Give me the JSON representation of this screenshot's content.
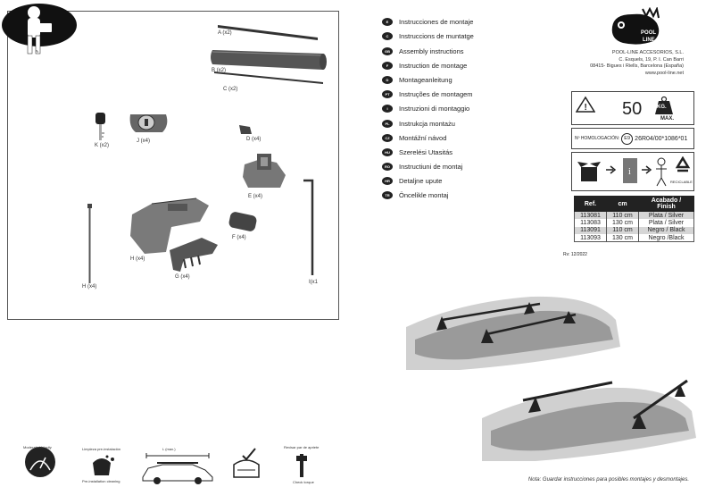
{
  "parts": {
    "a": "A (x2)",
    "b": "B (x2)",
    "c": "C (x2)",
    "d": "D (x4)",
    "k": "K (x2)",
    "j": "J (x4)",
    "e": "E (x4)",
    "f": "F (x4)",
    "h_foot": "H (x4)",
    "g": "G (x4)",
    "h_bolt": "H (x4)",
    "i": "I(x1"
  },
  "languages": [
    {
      "code": "E",
      "label": "Instrucciones de montaje"
    },
    {
      "code": "C",
      "label": "Instruccions de muntatge"
    },
    {
      "code": "GB",
      "label": "Assembly instructions"
    },
    {
      "code": "F",
      "label": "Instruction de montage"
    },
    {
      "code": "D",
      "label": "Montageanleitung"
    },
    {
      "code": "PT",
      "label": "Instruções de montagem"
    },
    {
      "code": "I",
      "label": "Instruzioni di montaggio"
    },
    {
      "code": "PL",
      "label": "Instrukcja montażu"
    },
    {
      "code": "CZ",
      "label": "Montážní návod"
    },
    {
      "code": "HU",
      "label": "Szerelési Utasitás"
    },
    {
      "code": "RO",
      "label": "Instructiuni de montaj"
    },
    {
      "code": "HR",
      "label": "Detaljne upute"
    },
    {
      "code": "TR",
      "label": "Öncelikle montaj"
    }
  ],
  "company": {
    "logo_line1": "POOL",
    "logo_line2": "LINE",
    "name": "POOL-LINE ACCESORIOS, S.L.",
    "address1": "C. Esquels, 19, P. I. Can Barri",
    "address2": "08415- Bigues i Riells, Barcelona (España)",
    "web": "www.pool-line.net"
  },
  "load": {
    "value": "50",
    "unit": "KG.",
    "max": "MAX."
  },
  "homologation": {
    "label": "Nº HOMOLOGACIÓN:",
    "mark": "E9",
    "number": "26R04/00*1086*01"
  },
  "recycle_label": "RECICLABLE",
  "table": {
    "headers": [
      "Ref.",
      "cm",
      "Acabado / Finish"
    ],
    "rows": [
      [
        "113081",
        "110 cm",
        "Plata / Silver"
      ],
      [
        "113083",
        "130 cm",
        "Plata / Silver"
      ],
      [
        "113091",
        "110 cm",
        "Negro / Black"
      ],
      [
        "113093",
        "130 cm",
        "Negro /Black"
      ]
    ]
  },
  "revision": "Rv: 12/2022",
  "bottom_icons": {
    "speed": "Moderate Velocity",
    "cleaning_title": "Limpieza pre-instalación",
    "cleaning": "Pre-installation cleaning",
    "length": "L (max.)",
    "torque_title": "Revisar par de apriete",
    "torque": "Check torque"
  },
  "note": "Nota: Guardar instrucciones para posibles montajes y desmontajes."
}
